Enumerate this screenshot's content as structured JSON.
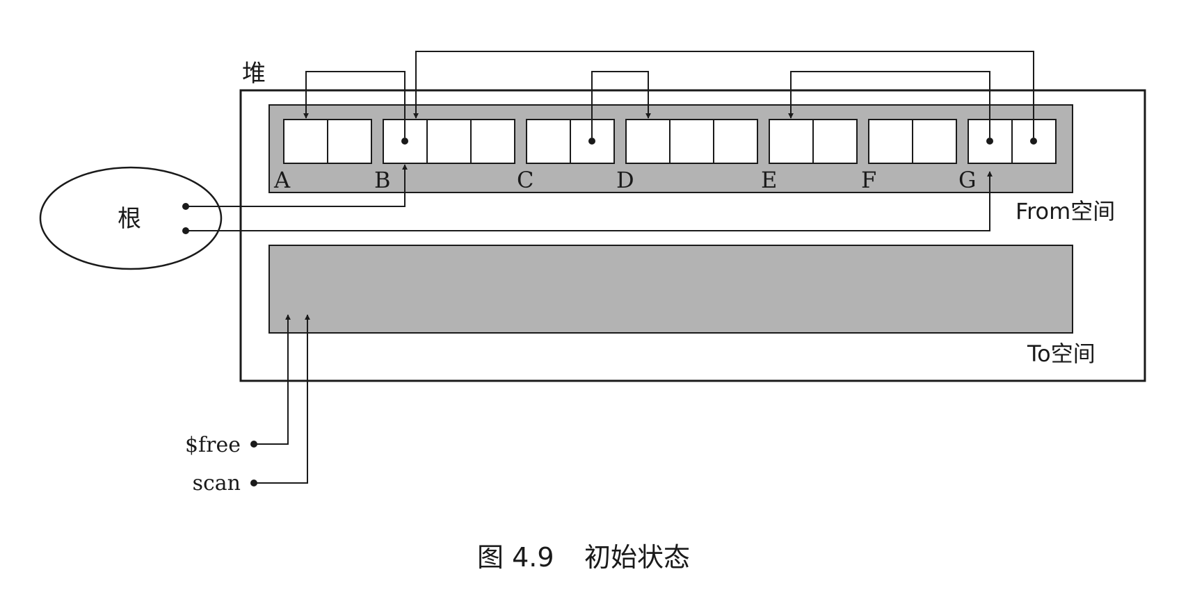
{
  "heap_label": "堆",
  "root_label": "根",
  "from_space_label": "From空间",
  "to_space_label": "To空间",
  "objects": [
    {
      "id": "A",
      "label": "A",
      "cells": 2
    },
    {
      "id": "B",
      "label": "B",
      "cells": 3
    },
    {
      "id": "C",
      "label": "C",
      "cells": 2
    },
    {
      "id": "D",
      "label": "D",
      "cells": 3
    },
    {
      "id": "E",
      "label": "E",
      "cells": 2
    },
    {
      "id": "F",
      "label": "F",
      "cells": 2
    },
    {
      "id": "G",
      "label": "G",
      "cells": 2
    }
  ],
  "pointers": {
    "free_label": "$free",
    "scan_label": "scan"
  },
  "caption": {
    "number": "图 4.9",
    "title": "初始状态"
  }
}
